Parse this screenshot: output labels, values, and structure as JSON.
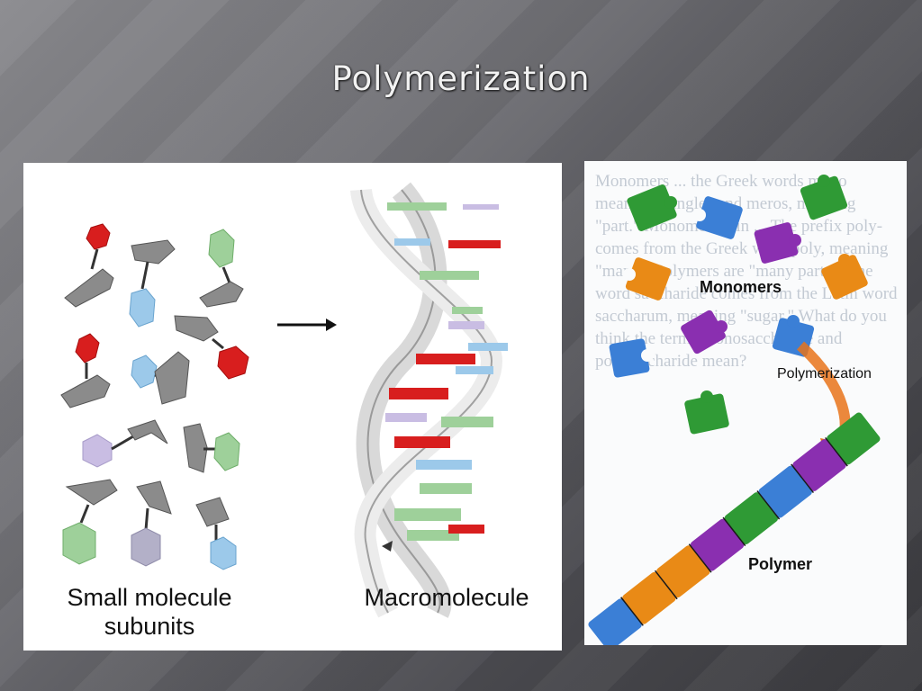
{
  "slide": {
    "title": "Polymerization"
  },
  "left_figure": {
    "caption_left": "Small molecule subunits",
    "caption_right": "Macromolecule"
  },
  "right_figure": {
    "monomers_label": "Monomers",
    "process_label": "Polymerization",
    "polymer_label": "Polymer",
    "background_text": "Monomers ... the Greek words mono meaning \"single\" and meros, meaning \"part.\" Monomers join ... The prefix poly- comes from the Greek word poly, meaning \"many.\" Polymers are \"many parts.\" The word saccharide comes from the Latin word saccharum, meaning \"sugar.\" What do you think the terms monosaccharide and polysaccharide mean?"
  },
  "colors": {
    "green": "#2f9a35",
    "blue": "#3b7fd6",
    "purple": "#8a2fb0",
    "orange": "#e98a16",
    "red": "#d81e1e",
    "light_green": "#9ed09a",
    "light_blue": "#9cc9ea",
    "light_purple": "#c9bde3",
    "gray": "#8b8b8b",
    "arrow_orange": "#e8731a"
  }
}
